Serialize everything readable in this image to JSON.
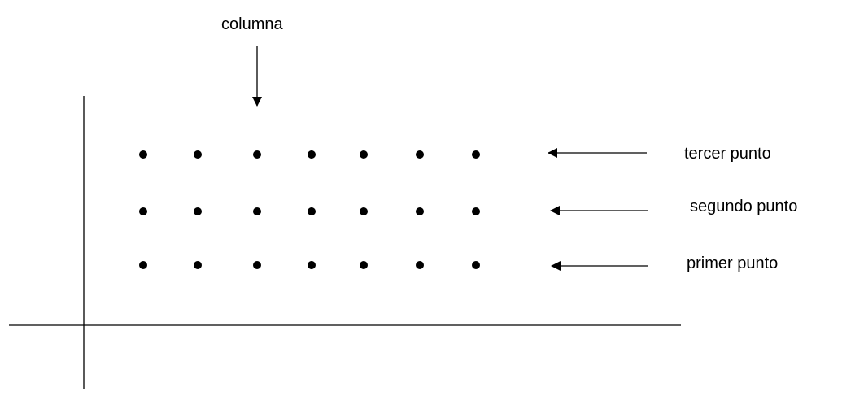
{
  "labels": {
    "column": "columna",
    "row_3": "tercer punto",
    "row_2": "segundo punto",
    "row_1": "primer punto"
  },
  "grid": {
    "rows": 3,
    "columns": 7
  },
  "colors": {
    "ink": "#000000",
    "background": "#ffffff"
  }
}
